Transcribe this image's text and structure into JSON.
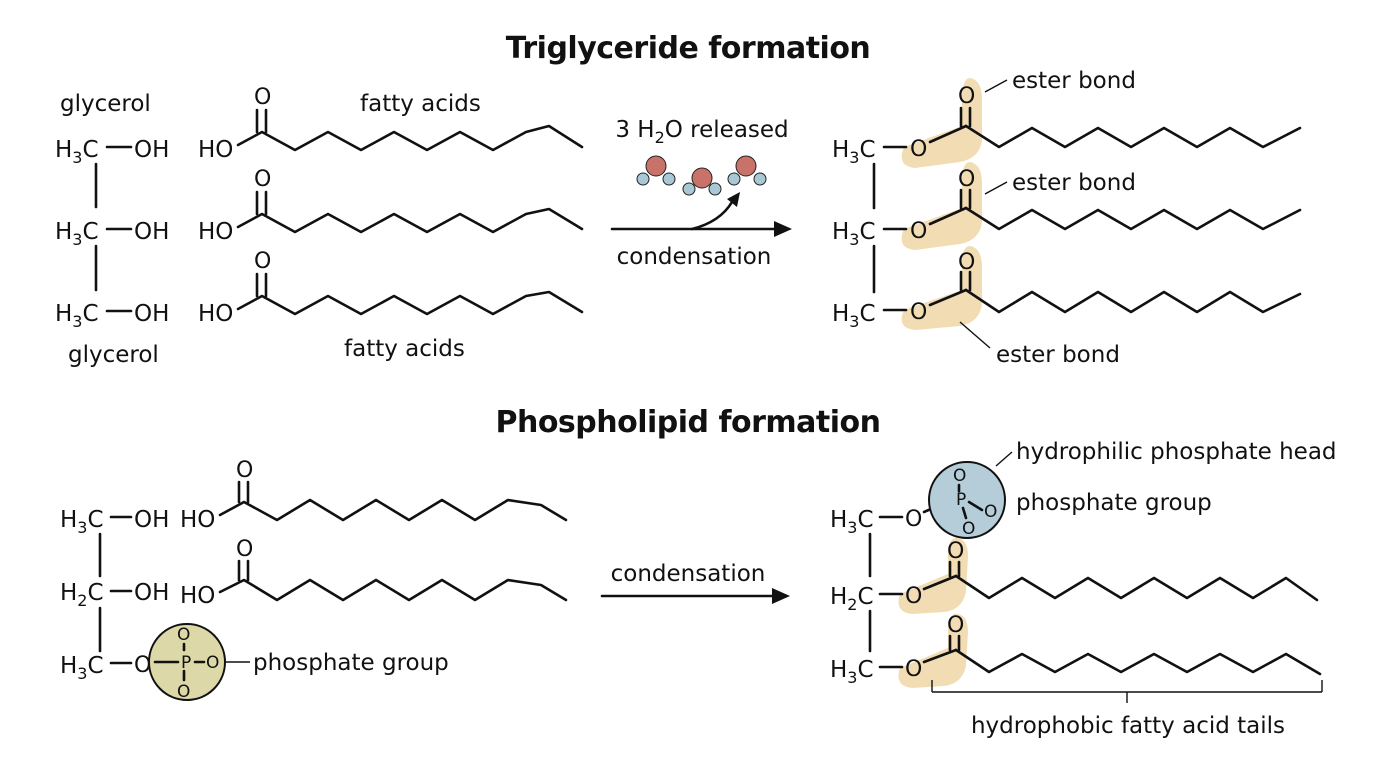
{
  "triglyceride": {
    "title": "Triglyceride formation",
    "glycerol_label_top": "glycerol",
    "glycerol_label_bottom": "glycerol",
    "fatty_acids_label_top": "fatty acids",
    "fatty_acids_label_bottom": "fatty acids",
    "water_released": "3 H2O released",
    "reaction_label": "condensation",
    "ester_bond_labels": [
      "ester bond",
      "ester bond",
      "ester bond"
    ]
  },
  "phospholipid": {
    "title": "Phospholipid formation",
    "phosphate_group_label_left": "phosphate group",
    "reaction_label": "condensation",
    "hydrophilic_head_label": "hydrophilic phosphate head",
    "phosphate_group_label_right": "phosphate group",
    "hydrophobic_tails_label": "hydrophobic fatty acid tails"
  },
  "atoms": {
    "carbon_group": "H3C",
    "methylene_group": "H2C",
    "hydroxyl": "OH",
    "acid_hydroxyl": "HO",
    "oxygen": "O",
    "phosphorus": "P"
  },
  "colors": {
    "ester_highlight": "#f0d8ac",
    "phosphate_left": "#ddd8a8",
    "phosphate_right": "#b5ccd9",
    "water_oxygen": "#c8726a",
    "water_hydrogen": "#a9c8d6"
  }
}
